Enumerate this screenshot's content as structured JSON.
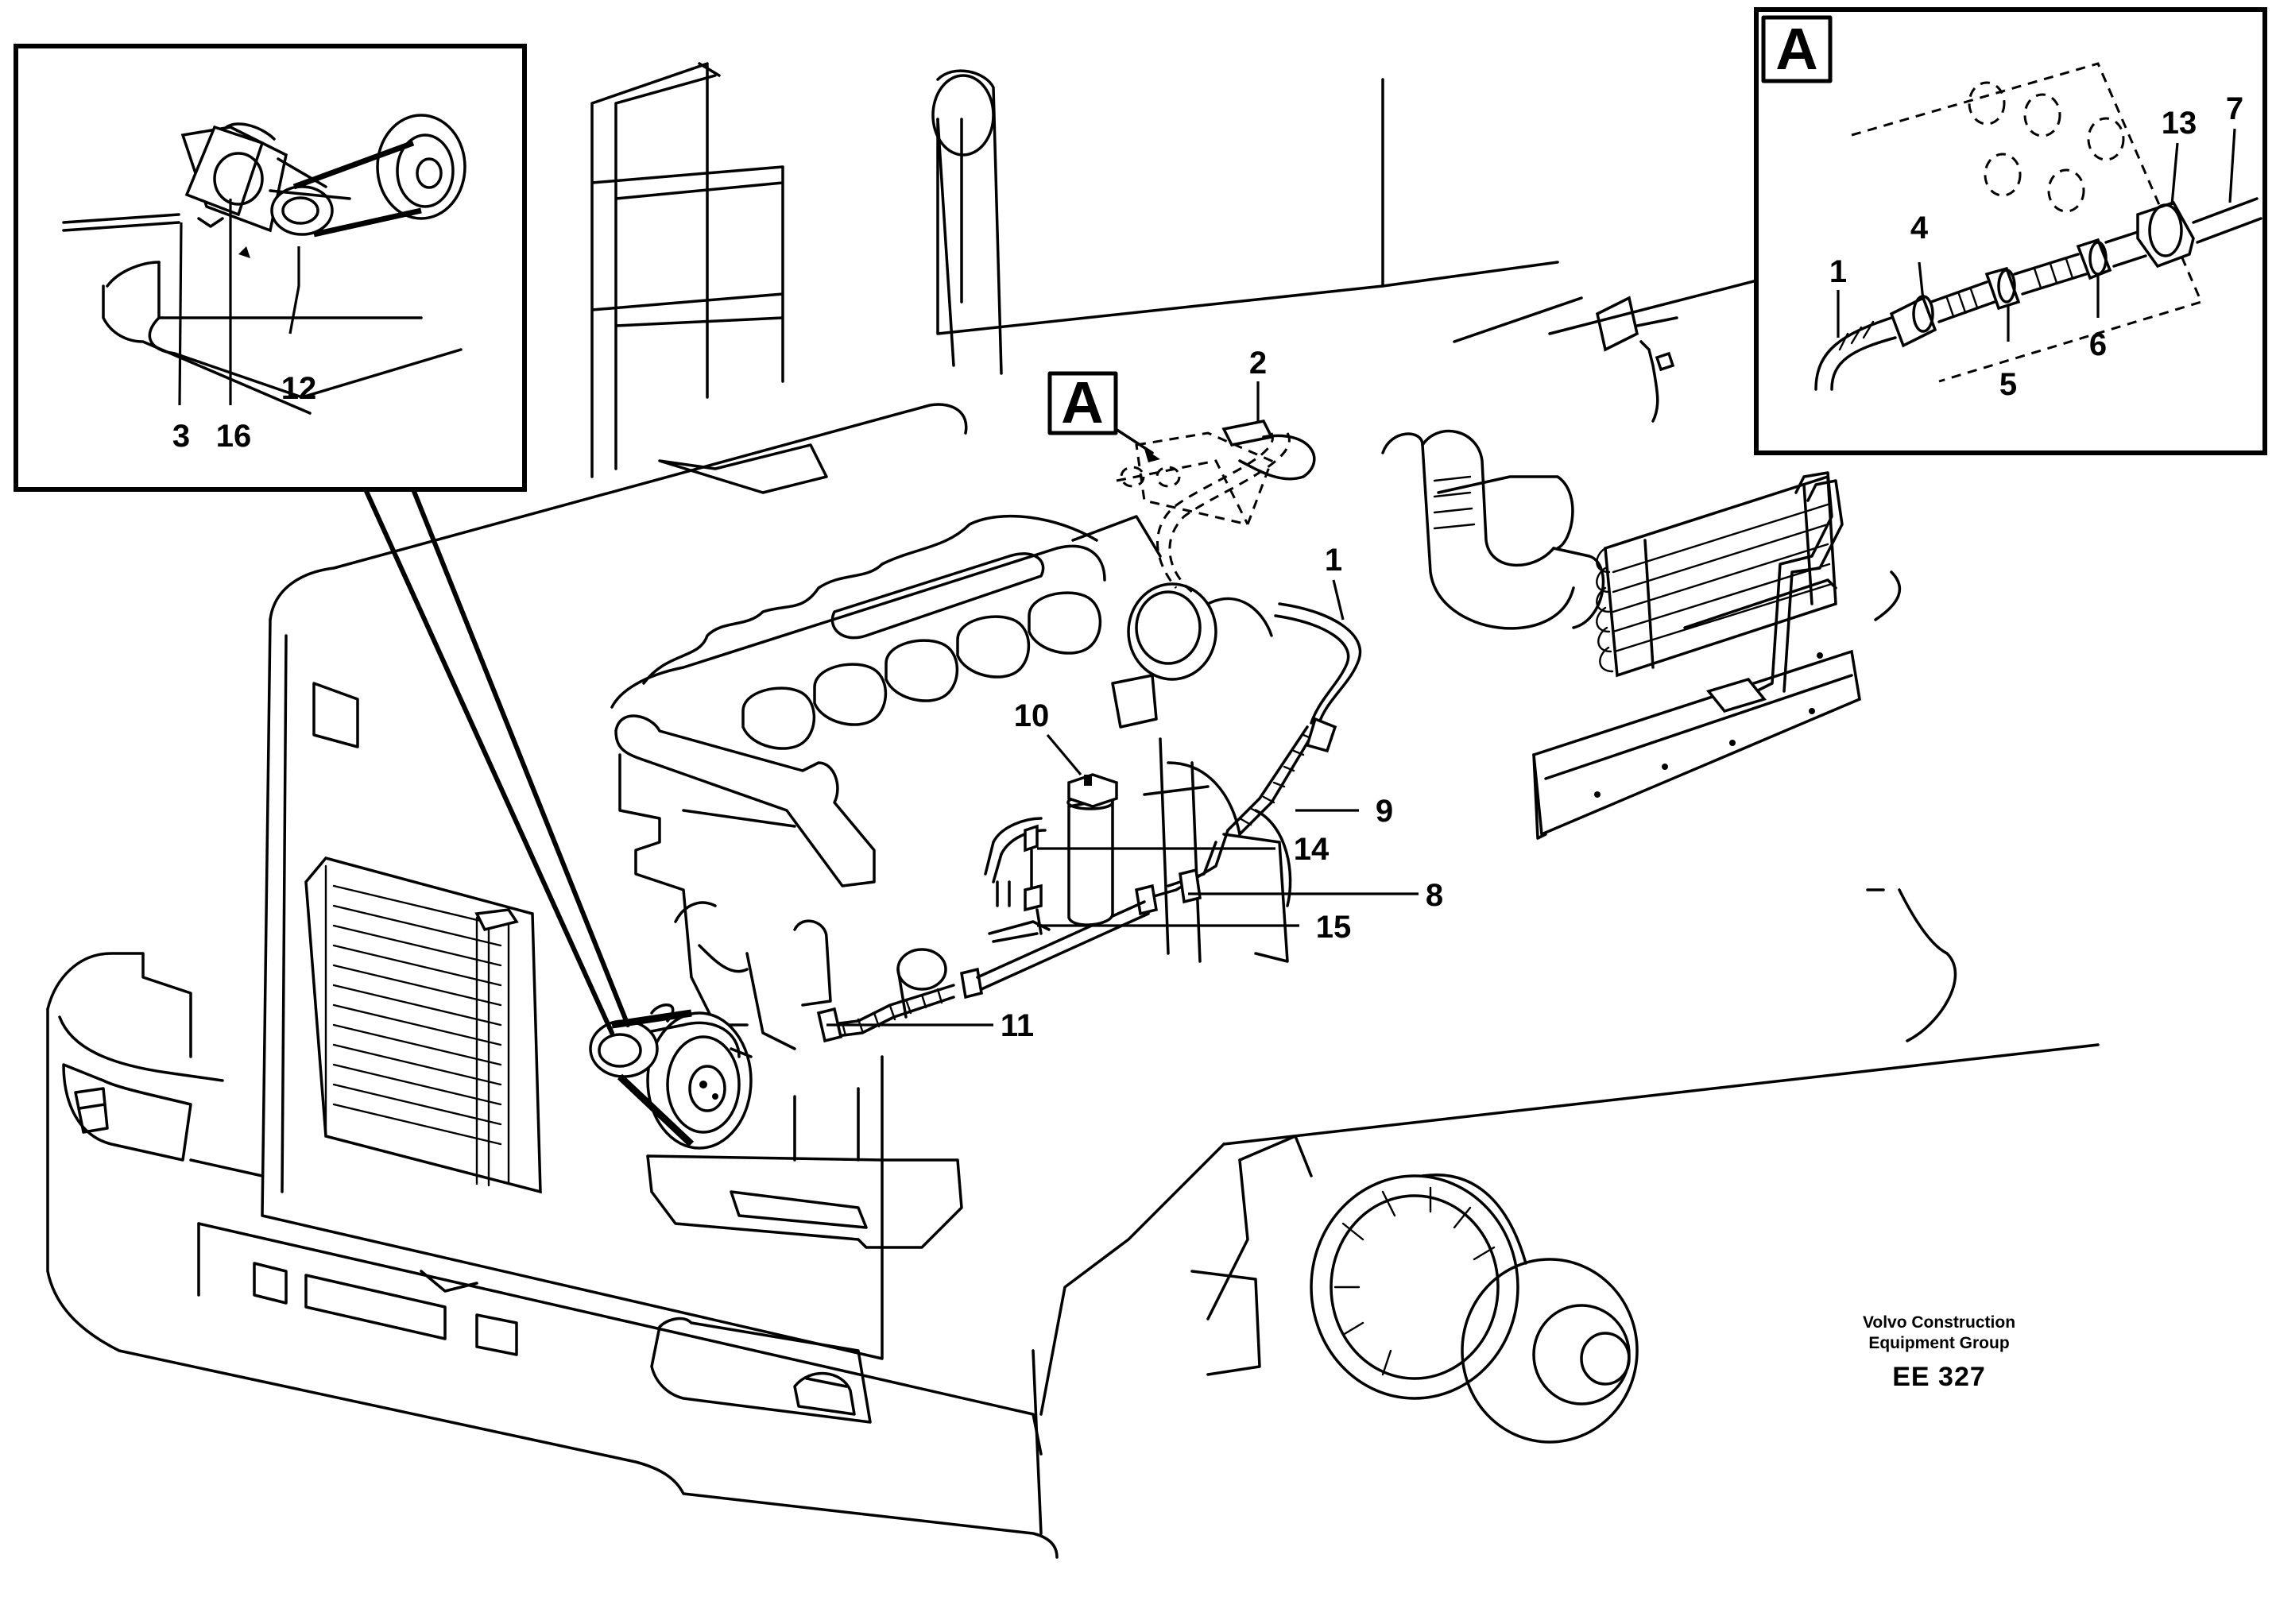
{
  "callouts": [
    "1",
    "2",
    "3",
    "4",
    "5",
    "6",
    "7",
    "8",
    "9",
    "10",
    "11",
    "12",
    "13",
    "14",
    "15",
    "16"
  ],
  "detail_view": {
    "letter": "A"
  },
  "detail_inset": {
    "letter": "A",
    "callouts": [
      "1",
      "4",
      "5",
      "6",
      "13",
      "7"
    ]
  },
  "belt_inset": {
    "callouts": [
      "3",
      "16",
      "12"
    ]
  },
  "main_callouts": [
    "2",
    "1",
    "10",
    "9",
    "14",
    "8",
    "15",
    "11"
  ],
  "credit": {
    "line1": "Volvo Construction",
    "line2": "Equipment Group",
    "code": "EE 327"
  }
}
